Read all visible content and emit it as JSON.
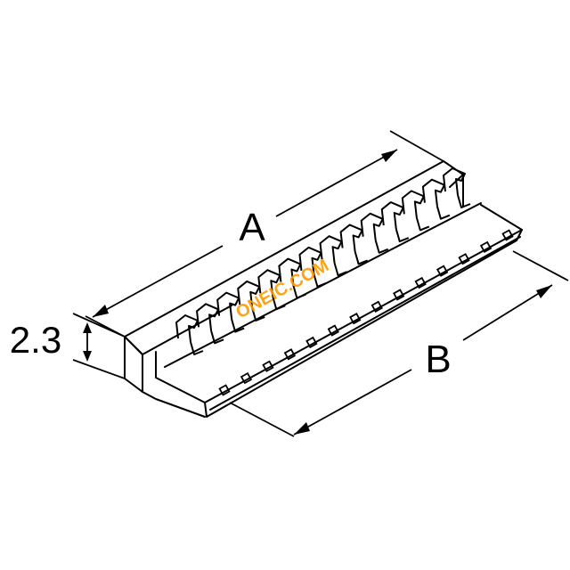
{
  "dimensions": {
    "length_a": "A",
    "length_b": "B",
    "height": "2.3"
  },
  "watermark": {
    "text": "ONEIC.COM"
  },
  "colors": {
    "line": "#000000",
    "background": "#ffffff",
    "watermark": "#ff9900"
  },
  "slot_count": 14
}
